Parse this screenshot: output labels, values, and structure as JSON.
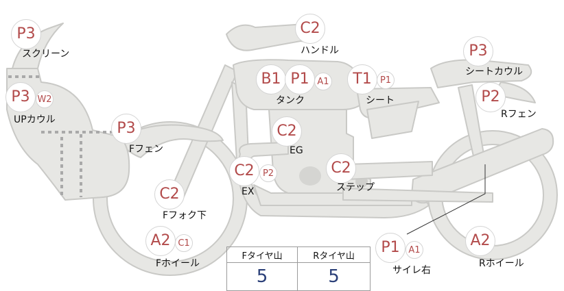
{
  "parts": {
    "screen": {
      "label": "スクリーン",
      "grade": "P3"
    },
    "up_cowl": {
      "label": "UPカウル",
      "grade": "P3",
      "sub": "W2"
    },
    "handle": {
      "label": "ハンドル",
      "grade": "C2"
    },
    "tank": {
      "label": "タンク",
      "grades": [
        "B1",
        "P1"
      ],
      "sub": "A1"
    },
    "seat": {
      "label": "シート",
      "grade": "T1",
      "sub": "P1"
    },
    "seat_cowl": {
      "label": "シートカウル",
      "grade": "P3"
    },
    "r_fender": {
      "label": "Rフェン",
      "grade": "P2"
    },
    "f_fender": {
      "label": "Fフェン",
      "grade": "P3"
    },
    "eg": {
      "label": "EG",
      "grade": "C2"
    },
    "ex": {
      "label": "EX",
      "grade": "C2",
      "sub": "P2"
    },
    "step": {
      "label": "ステップ",
      "grade": "C2"
    },
    "f_fork": {
      "label": "Fフォク下",
      "grade": "C2"
    },
    "f_wheel": {
      "label": "Fホイール",
      "grade": "A2",
      "sub": "C1"
    },
    "muffler_right": {
      "label": "サイレ右",
      "grade": "P1",
      "sub": "A1"
    },
    "r_wheel": {
      "label": "Rホイール",
      "grade": "A2"
    }
  },
  "tire_tread": {
    "front_label": "Fタイヤ山",
    "rear_label": "Rタイヤ山",
    "front_value": "5",
    "rear_value": "5"
  },
  "colors": {
    "grade_text": "#b24a4a",
    "tread_value": "#2a3f78",
    "body_fill": "#e7e7e4",
    "body_stroke": "#c9c9c6"
  }
}
